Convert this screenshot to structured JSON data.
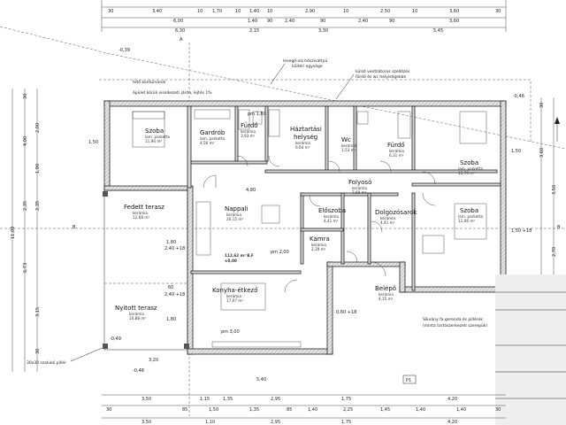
{
  "rooms": {
    "szoba1": {
      "name": "Szoba",
      "sub": "lam. parketta",
      "area": "11,96 m²"
    },
    "gardrob": {
      "name": "Gardrób",
      "sub": "lam. parketta",
      "area": "4,56 m²"
    },
    "furdo1": {
      "name": "Fürdő",
      "sub": "kerámia",
      "area": "3,93 m²"
    },
    "haztartasi": {
      "name": "Háztartási",
      "name2": "helység",
      "sub": "kerámia",
      "area": "6,64 m²"
    },
    "wc": {
      "name": "Wc",
      "sub": "kerámia",
      "area": "1,53 m²"
    },
    "furdo2": {
      "name": "Fürdő",
      "sub": "kerámia",
      "area": "6,31 m²"
    },
    "szoba2": {
      "name": "Szoba",
      "sub": "lam. parketta",
      "area": "11,70 m²"
    },
    "folyoso": {
      "name": "Folyosó",
      "sub": "kerámia",
      "area": "7,60 m²"
    },
    "fedett_terasz": {
      "name": "Fedett terasz",
      "sub": "kerámia",
      "area": "12,68 m²"
    },
    "nappali": {
      "name": "Nappali",
      "sub": "kerámia",
      "area": "20,15 m²"
    },
    "eloszoba": {
      "name": "Előszoba",
      "sub": "kerámia",
      "area": "4,41 m²"
    },
    "dolgozosarok": {
      "name": "Dolgozósarok",
      "sub": "kerámia",
      "area": "4,41 m²"
    },
    "szoba3": {
      "name": "Szoba",
      "sub": "lam. parketta",
      "area": "12,06 m²"
    },
    "kamra": {
      "name": "Kamra",
      "sub": "kerámia",
      "area": "2,39 m²"
    },
    "konyha": {
      "name": "Konyha-étkező",
      "sub": "kerámia",
      "area": "17,07 m²"
    },
    "nyitott_terasz": {
      "name": "Nyitott terasz",
      "sub": "kerámia",
      "area": "10,88 m²"
    },
    "belepo": {
      "name": "Belépő",
      "sub": "kerámia",
      "area": "4,15 m²"
    }
  },
  "level_mark": {
    "area": "112,62 m² B.F",
    "level": "±0,00"
  },
  "notes": {
    "teto": "tető kontúrvonal",
    "jarda": "épület körüli viselkezeti járda, lejtés 1%",
    "levego": "levegő-víz hőszivattyú",
    "levego2": "kültéri egysége",
    "vent": "külső ventilátoros szellőzés",
    "vent2": "fürdő és wc helyiségekbe",
    "gerenda": "Síkvány fa gerenda és pillérek",
    "gerenda2": "(minta tartószerkezeti szerepük)",
    "pillar": "30x30 szalukó pillér",
    "p1": "P1",
    "m039": "-0,39",
    "m046": "-0,46",
    "m049": "-0,49",
    "m048": "-0,48",
    "sec_a": "A",
    "sec_b": "B"
  },
  "dims_top_row1": [
    "30",
    "3,40",
    "10",
    "1,70",
    "10",
    "1,40",
    "10",
    "2,90",
    "10",
    "2,50",
    "10",
    "3,60",
    "30"
  ],
  "dims_top_row2": [
    "6,00",
    "1,40",
    "90",
    "2,40",
    "90",
    "2,40",
    "90",
    "3,60"
  ],
  "dims_top_row3": [
    "6,30",
    "2,15",
    "3,30",
    "5,45"
  ],
  "dims_bottom_row1": [
    "3,50",
    "1,15",
    "1,35",
    "2,95",
    "1,75",
    "4,20"
  ],
  "dims_bottom_row2": [
    "30",
    "85",
    "1,50",
    "1,35",
    "85",
    "1,40",
    "2,25",
    "1,45",
    "1,40",
    "1,40",
    "30"
  ],
  "dims_bottom_row3": [
    "3,50",
    "1,10",
    "2,95",
    "1,75",
    "4,20"
  ],
  "dims_left": [
    "30",
    "4,00",
    "2,00",
    "1,90",
    "2,35",
    "2,35",
    "6,73",
    "30",
    "3,15",
    "11,09"
  ],
  "dims_right": [
    "30",
    "3,60",
    "1,50",
    "3,50",
    "2,70",
    "30"
  ],
  "dims_inner": [
    "4,80",
    "5,40",
    "3,20",
    "1,80",
    "2,40 +18",
    "60",
    "2,40 +18",
    "1,80",
    "1,50",
    "1,50 +18",
    "0,60 +18",
    "pm 1,80",
    "pm 3,00",
    "pm 2,00"
  ],
  "icons": {
    "north": "north-arrow-icon"
  }
}
